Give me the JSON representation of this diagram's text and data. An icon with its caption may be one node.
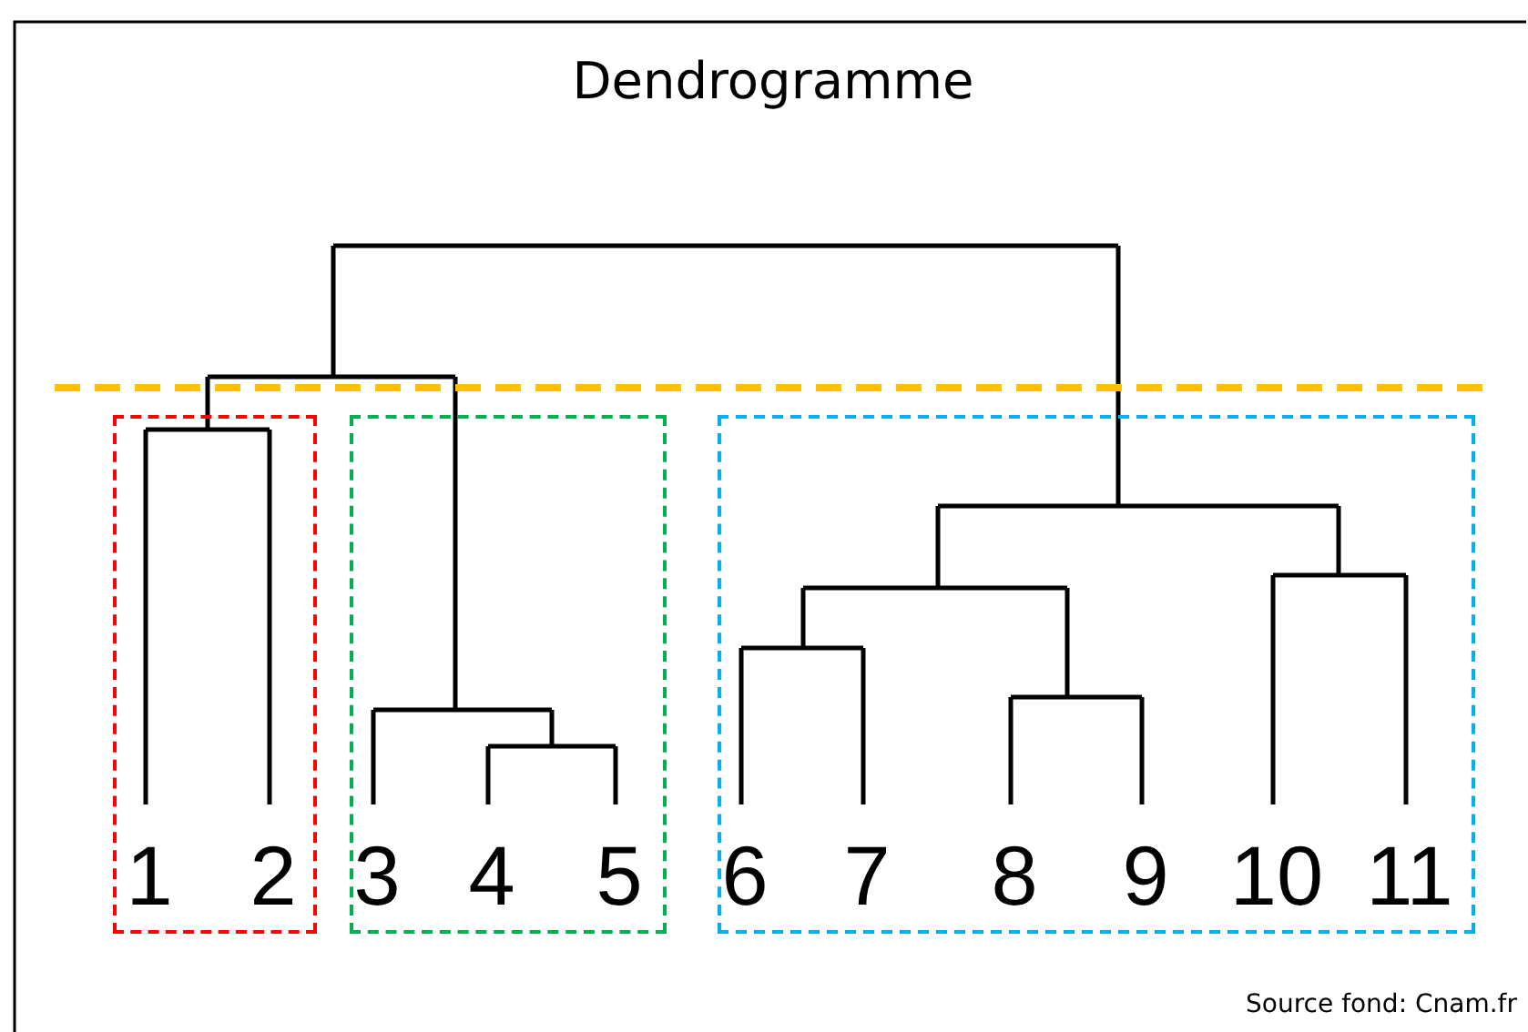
{
  "diagram": {
    "title": "Dendrogramme",
    "nodes": [
      {
        "text": [],
        "shape": "box"
      },
      {
        "text": [],
        "shape": "box"
      },
      {
        "text": [],
        "shape": "box"
      },
      {
        "text": [
          "1"
        ],
        "in": 0
      },
      {
        "text": [
          "2"
        ],
        "in": 0
      },
      {
        "text": [
          "3"
        ],
        "in": 1
      },
      {
        "text": [
          "4"
        ],
        "in": 1
      },
      {
        "text": [
          "5"
        ],
        "in": 1
      },
      {
        "text": [
          "6"
        ],
        "in": 2
      },
      {
        "text": [
          "7"
        ],
        "in": 2
      },
      {
        "text": [
          "8"
        ],
        "in": 2
      },
      {
        "text": [
          "9"
        ],
        "in": 2
      },
      {
        "text": [
          "10"
        ],
        "in": 2
      },
      {
        "text": [
          "11"
        ],
        "in": 2
      }
    ],
    "labels": [
      "Source fond: Cnam.fr"
    ]
  }
}
